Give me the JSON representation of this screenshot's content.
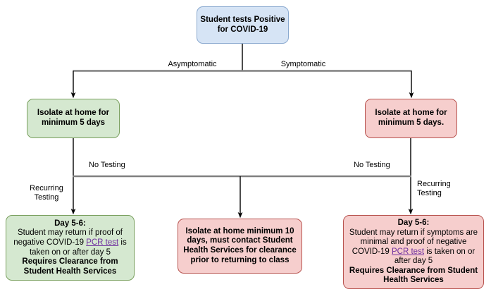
{
  "diagram": {
    "title": "COVID-19 Student Testing Decision Flowchart",
    "colors": {
      "blue_fill": "#d6e4f5",
      "blue_border": "#8aa9cf",
      "green_fill": "#d5e8d0",
      "green_border": "#7aa05f",
      "pink_fill": "#f6cecd",
      "pink_border": "#b85450",
      "connector_gray": "#808080",
      "connector_black": "#000000",
      "link_purple": "#7030a0"
    },
    "nodes": {
      "start": {
        "label": "Student tests Positive for COVID-19",
        "lines": [
          "Student tests",
          "Positive for COVID-",
          "19"
        ]
      },
      "isolate_asymptomatic": {
        "label": "Isolate at home for minimum 5 days",
        "lines": [
          "Isolate at home",
          "for minimum 5 days"
        ]
      },
      "isolate_symptomatic": {
        "label": "Isolate at home for minimum 5 days.",
        "lines": [
          "Isolate at home for",
          "minimum 5 days."
        ]
      },
      "asymptomatic_recurring": {
        "heading": "Day 5-6:",
        "body_pre": "Student may return if proof of negative COVID-19 ",
        "body_link": "PCR test",
        "body_post": " is taken on or after day 5",
        "footer": "Requires Clearance from Student Health Services"
      },
      "no_testing_outcome": {
        "label": "Isolate at home minimum 10 days, must contact Student Health Services for clearance prior to returning to class"
      },
      "symptomatic_recurring": {
        "heading": "Day 5-6:",
        "body_pre": "Student may return if symptoms are minimal and proof of negative COVID-19 ",
        "body_link": "PCR test",
        "body_post": " is taken on or after day 5",
        "footer": "Requires Clearance from Student Health Services"
      }
    },
    "edge_labels": {
      "asymptomatic": "Asymptomatic",
      "symptomatic": "Symptomatic",
      "no_testing_left": "No Testing",
      "no_testing_right": "No Testing",
      "recurring_testing_left": "Recurring\nTesting",
      "recurring_testing_right": "Recurring\nTesting"
    }
  }
}
